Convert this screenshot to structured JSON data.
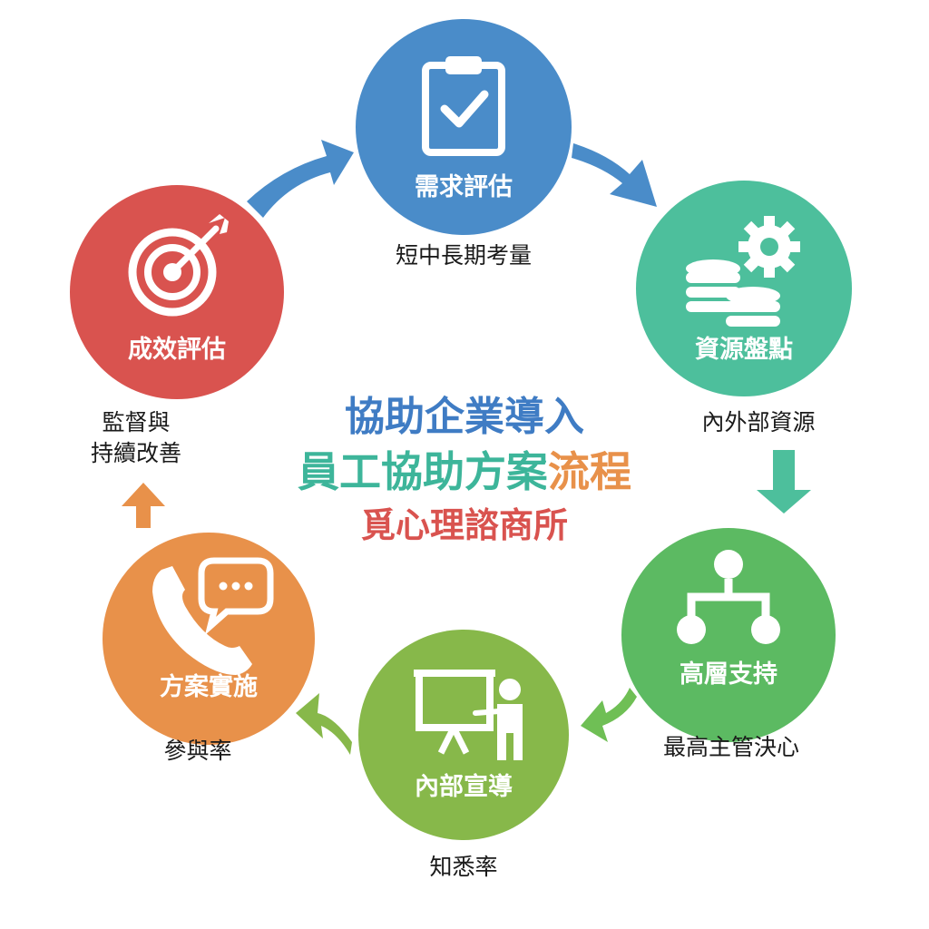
{
  "center": {
    "line1": "協助企業導入",
    "line2_part1": "員工協助方案",
    "line2_part2": "流程",
    "line3": "覓心理諮商所"
  },
  "steps": [
    {
      "label": "需求評估",
      "caption": "短中長期考量",
      "icon": "clipboard-check-icon",
      "color": "#4A8CC9"
    },
    {
      "label": "資源盤點",
      "caption": "內外部資源",
      "icon": "coins-gear-icon",
      "color": "#4DBF9C"
    },
    {
      "label": "高層支持",
      "caption": "最高主管決心",
      "icon": "hierarchy-icon",
      "color": "#5CBA62"
    },
    {
      "label": "內部宣導",
      "caption": "知悉率",
      "icon": "presentation-icon",
      "color": "#87B84A"
    },
    {
      "label": "方案實施",
      "caption": "參與率",
      "icon": "phone-chat-icon",
      "color": "#E8914A"
    },
    {
      "label": "成效評估",
      "caption_line1": "監督與",
      "caption_line2": "持續改善",
      "icon": "target-icon",
      "color": "#D9534F"
    }
  ],
  "colors": {
    "title_blue": "#3F7CC4",
    "title_teal": "#3DB59A",
    "title_orange": "#E8914A",
    "title_red": "#D9534F"
  }
}
